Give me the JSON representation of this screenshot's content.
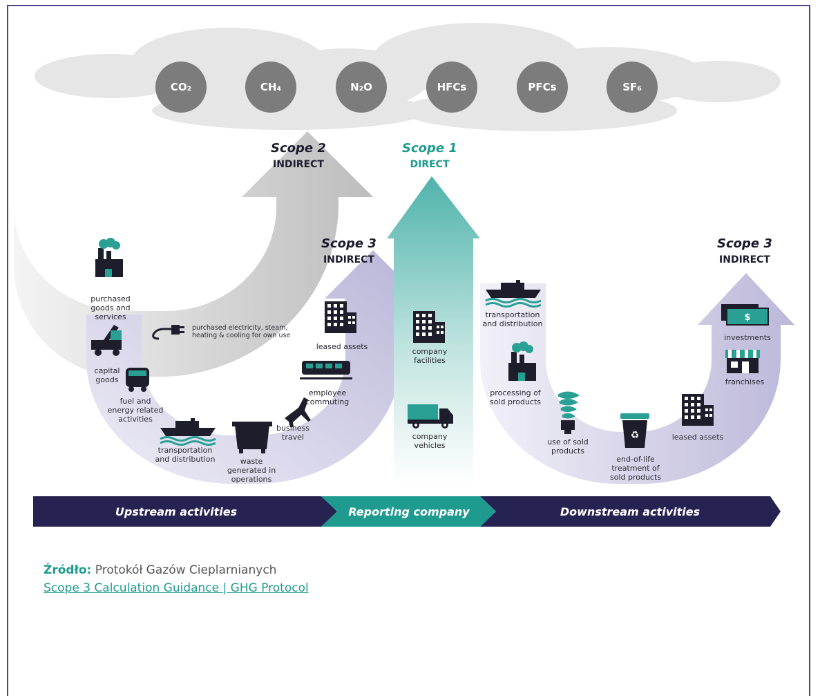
{
  "gases": [
    "CO₂",
    "CH₄",
    "N₂O",
    "HFCs",
    "PFCs",
    "SF₆"
  ],
  "scopes": {
    "scope2": {
      "title": "Scope 2",
      "subtitle": "INDIRECT"
    },
    "scope1": {
      "title": "Scope 1",
      "subtitle": "DIRECT"
    },
    "scope3_up": {
      "title": "Scope 3",
      "subtitle": "INDIRECT"
    },
    "scope3_down": {
      "title": "Scope 3",
      "subtitle": "INDIRECT"
    }
  },
  "upstream": {
    "purchased_goods": [
      "purchased",
      "goods and",
      "services"
    ],
    "capital_goods": [
      "capital",
      "goods"
    ],
    "fuel_energy": [
      "fuel and",
      "energy related",
      "activities"
    ],
    "transportation": [
      "transportation",
      "and distribution"
    ],
    "waste": [
      "waste",
      "generated in",
      "operations"
    ],
    "business_travel": [
      "business",
      "travel"
    ],
    "employee_commuting": [
      "employee",
      "commuting"
    ],
    "leased_assets": [
      "leased assets"
    ],
    "electricity": [
      "purchased electricity, steam,",
      "heating & cooling for own use"
    ]
  },
  "company": {
    "facilities": [
      "company",
      "facilities"
    ],
    "vehicles": [
      "company",
      "vehicles"
    ]
  },
  "downstream": {
    "transportation": [
      "transportation",
      "and distribution"
    ],
    "processing": [
      "processing of",
      "sold products"
    ],
    "use": [
      "use of sold",
      "products"
    ],
    "end_of_life": [
      "end-of-life",
      "treatment of",
      "sold products"
    ],
    "leased_assets": [
      "leased assets"
    ],
    "franchises": [
      "franchises"
    ],
    "investments": [
      "investments"
    ],
    "investments_sign": "$"
  },
  "bar": {
    "upstream": "Upstream activities",
    "reporting": "Reporting company",
    "downstream": "Downstream activities"
  },
  "source": {
    "label": "Źródło:",
    "text": "Protokół Gazów Cieplarnianych",
    "link": "Scope 3 Calculation Guidance | GHG Protocol"
  },
  "colors": {
    "accent": "#1e9b8e",
    "navy": "#262352",
    "frame": "#4b4583",
    "scope3_fill": "#c9c6e0",
    "scope2_fill": "#c8c8c8"
  }
}
